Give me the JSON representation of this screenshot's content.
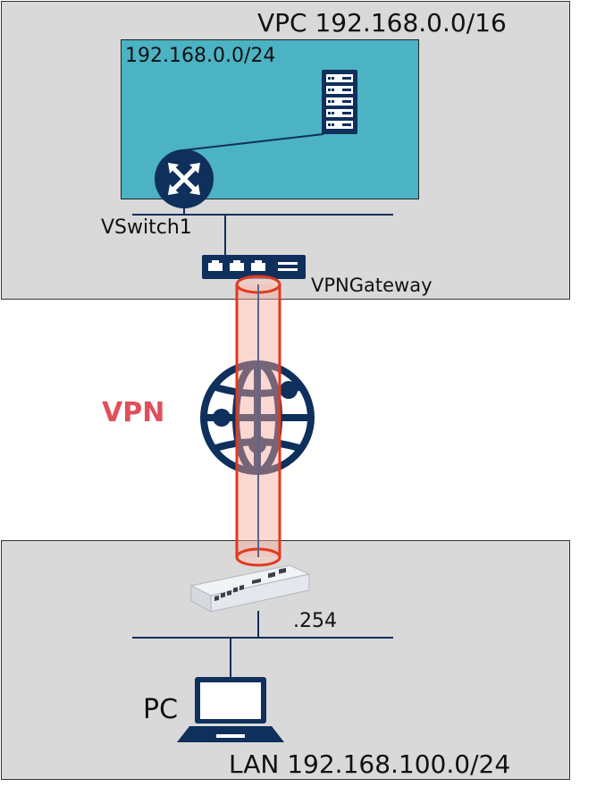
{
  "vpc": {
    "label": "VPC 192.168.0.0/16"
  },
  "subnet": {
    "label": "192.168.0.0/24"
  },
  "vswitch": {
    "label": "VSwitch1"
  },
  "vpn_gateway": {
    "label": "VPNGateway"
  },
  "tunnel": {
    "label": "VPN"
  },
  "router": {
    "address": ".254"
  },
  "pc": {
    "label": "PC"
  },
  "lan": {
    "label": "LAN 192.168.100.0/24"
  },
  "icons": [
    "server-icon",
    "router-icon",
    "vpn-gateway-icon",
    "globe-icon",
    "network-router-device-icon",
    "laptop-icon"
  ],
  "colors": {
    "navy": "#0f2f5c",
    "subnet_fill": "#4bb3c3",
    "box_fill": "#d9d9d9",
    "tunnel_stroke": "#e03a1e",
    "vpn_label": "#e0505a"
  }
}
